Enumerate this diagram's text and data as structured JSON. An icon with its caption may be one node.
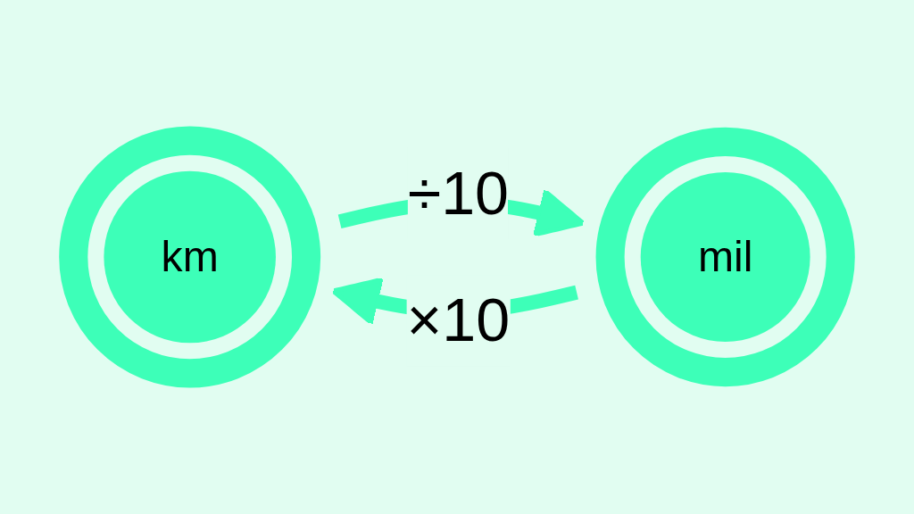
{
  "diagram": {
    "nodes": [
      {
        "text": [
          "km"
        ]
      },
      {
        "text": [
          "mil"
        ]
      }
    ],
    "edges": [
      {
        "from": 0,
        "to": 1,
        "arrow": "to",
        "label": "÷10"
      },
      {
        "from": 1,
        "to": 0,
        "arrow": "to",
        "label": "×10"
      }
    ]
  }
}
